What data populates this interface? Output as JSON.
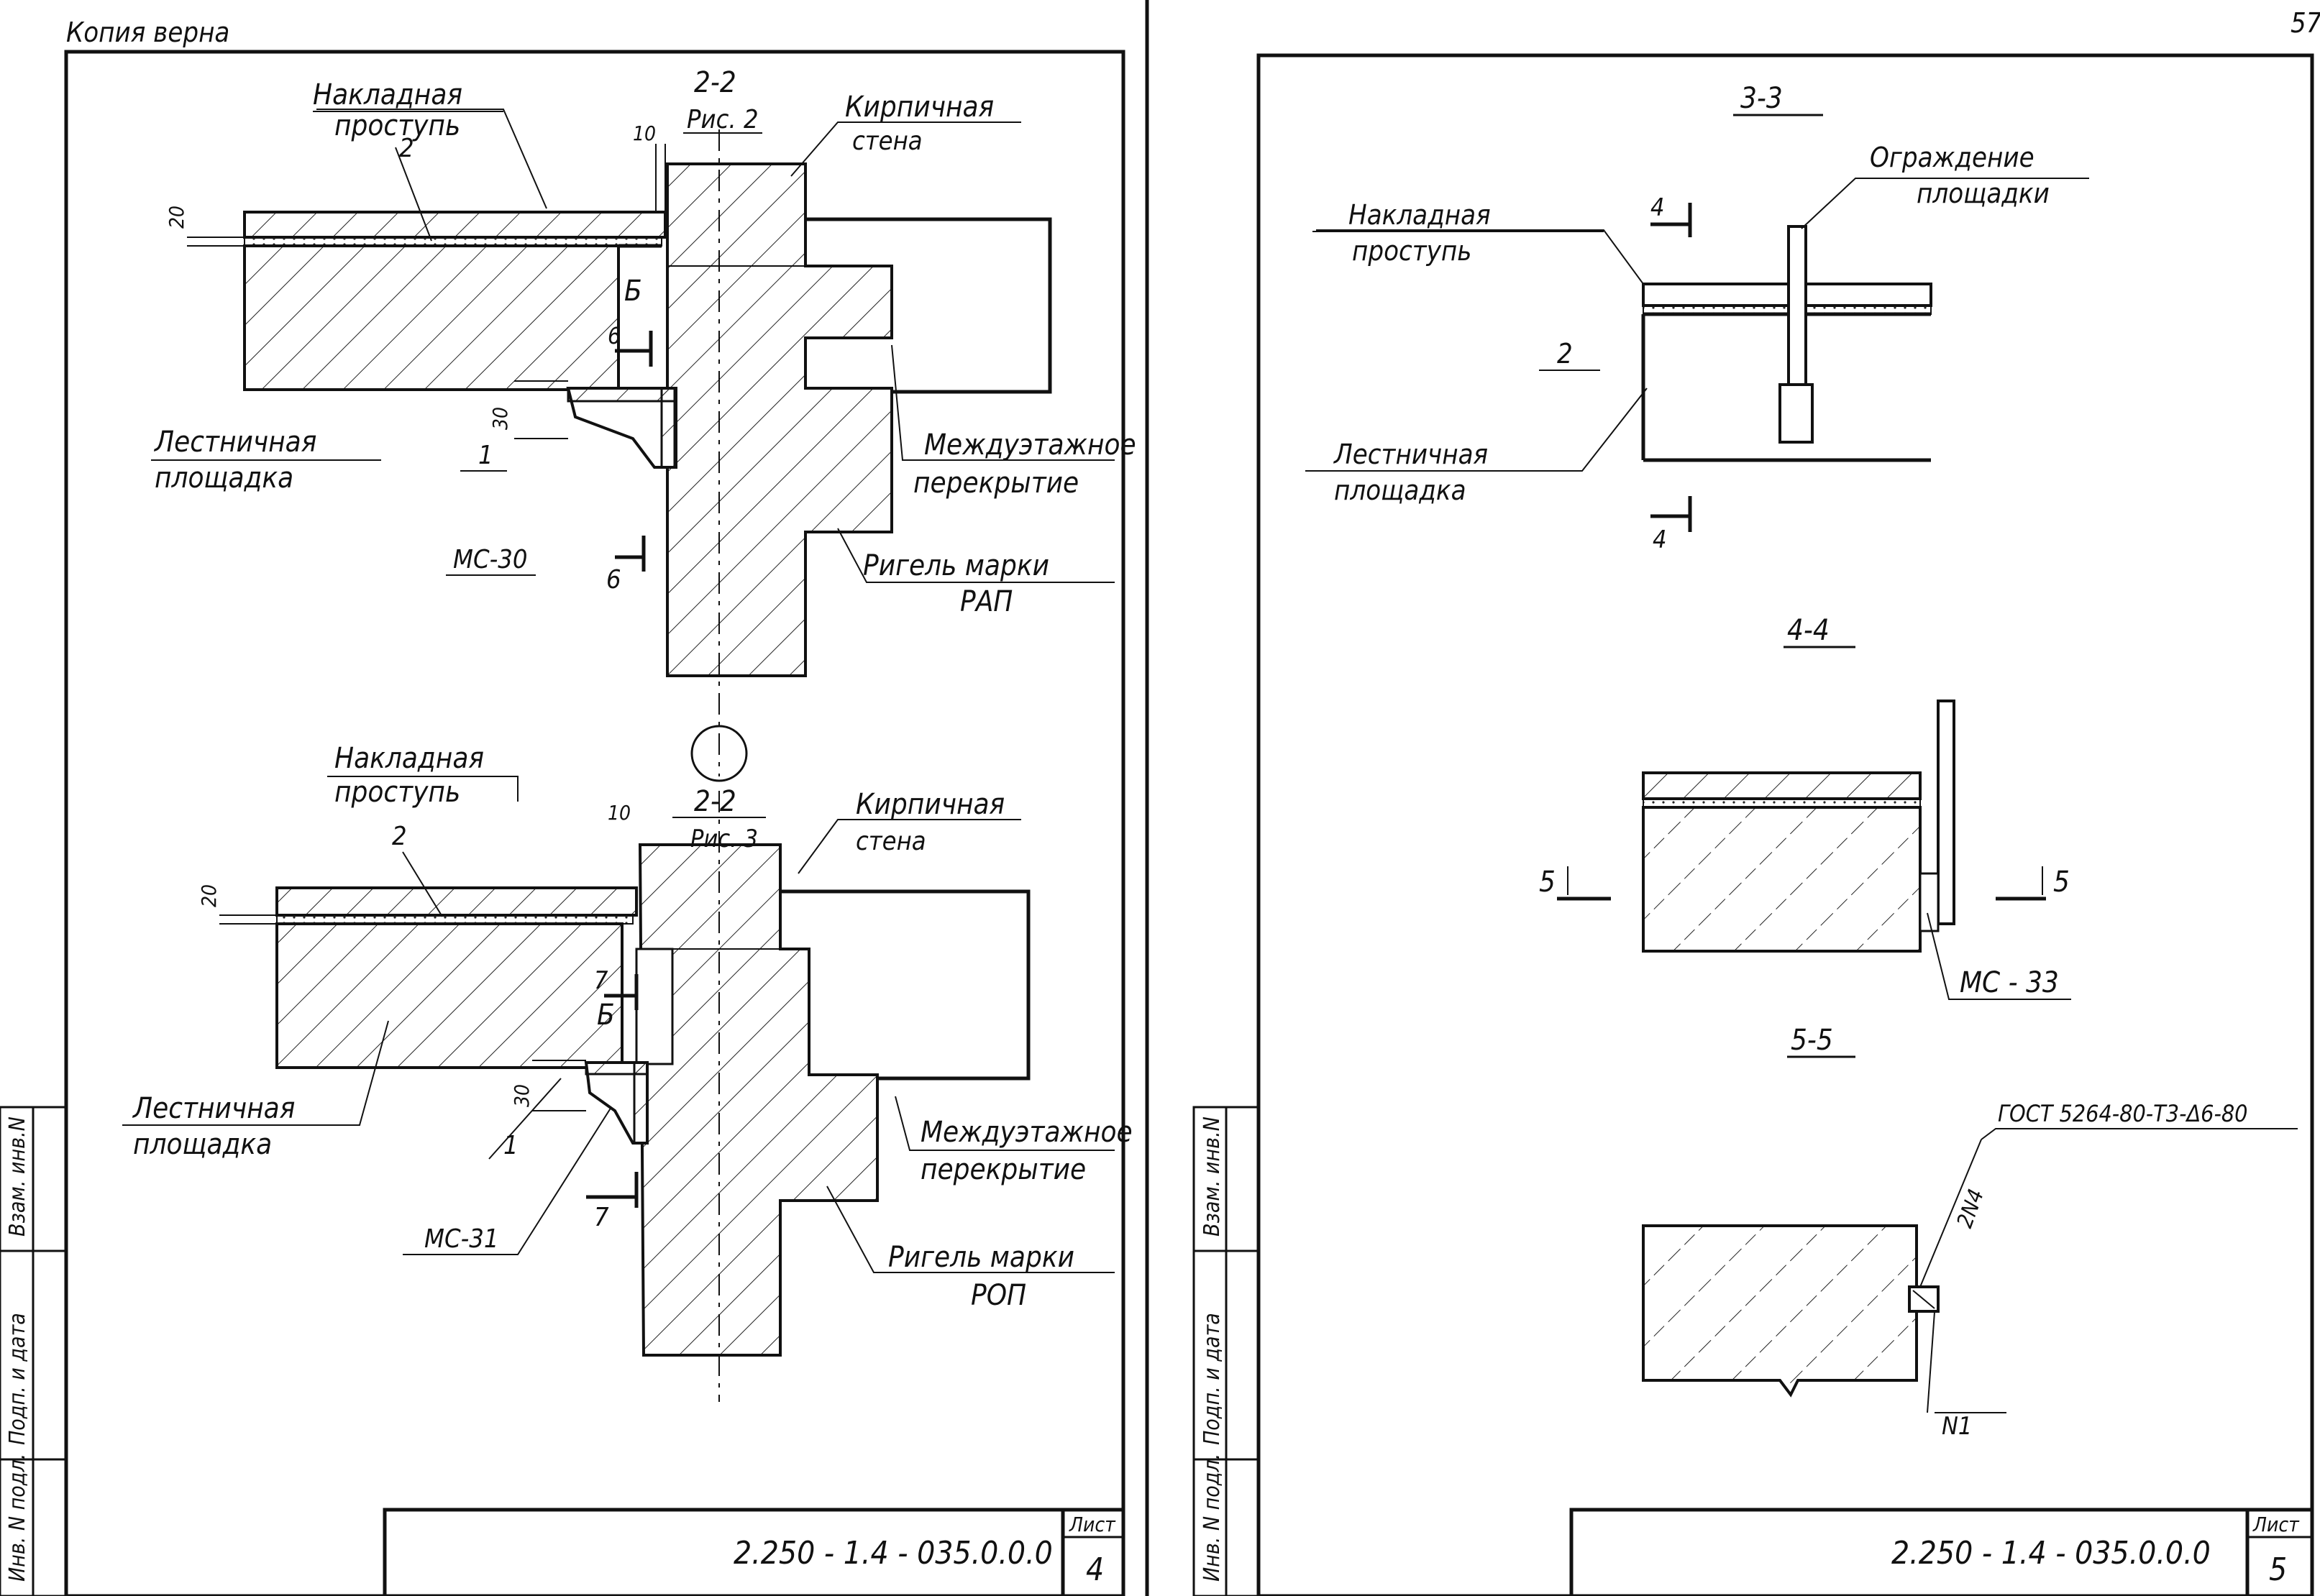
{
  "header": {
    "copy_note": "Копия верна",
    "page_number": "57"
  },
  "left_sheet": {
    "fig2": {
      "section_label": "2-2",
      "section_sub": "Рис. 2",
      "tread_label_1": "Накладная",
      "tread_label_2": "проступь",
      "tread_pos": "2",
      "wall_label_1": "Кирпичная",
      "wall_label_2": "стена",
      "landing_label_1": "Лестничная",
      "landing_label_2": "площадка",
      "landing_pos": "1",
      "floor_label_1": "Междуэтажное",
      "floor_label_2": "перекрытие",
      "beam_label_1": "Ригель марки",
      "beam_label_2": "РАП",
      "part_label": "МС-30",
      "cut_mark": "6",
      "weld_mark": "Б",
      "dim_10": "10",
      "dim_20": "20",
      "dim_30": "30"
    },
    "fig3": {
      "section_label": "2-2",
      "section_sub": "Рис. 3",
      "tread_label_1": "Накладная",
      "tread_label_2": "проступь",
      "tread_pos": "2",
      "wall_label_1": "Кирпичная",
      "wall_label_2": "стена",
      "landing_label_1": "Лестничная",
      "landing_label_2": "площадка",
      "landing_pos": "1",
      "floor_label_1": "Междуэтажное",
      "floor_label_2": "перекрытие",
      "beam_label_1": "Ригель марки",
      "beam_label_2": "РОП",
      "part_label": "МС-31",
      "cut_mark": "7",
      "weld_mark": "Б",
      "dim_10": "10",
      "dim_20": "20",
      "dim_30": "30"
    },
    "stamp_side_1": "Инв. N подл.",
    "stamp_side_2": "Подп. и дата",
    "stamp_side_3": "Взам. инв.N",
    "title_code": "2.250 - 1.4 - 035.0.0.0",
    "sheet_label": "Лист",
    "sheet_no": "4"
  },
  "right_sheet": {
    "sec33": {
      "title": "3-3",
      "tread_label_1": "Накладная",
      "tread_label_2": "проступь",
      "rail_label_1": "Ограждение",
      "rail_label_2": "площадки",
      "pos_2": "2",
      "landing_label_1": "Лестничная",
      "landing_label_2": "площадка",
      "cut_mark": "4"
    },
    "sec44": {
      "title": "4-4",
      "cut_mark": "5",
      "part_label": "МС - 33"
    },
    "sec55": {
      "title": "5-5",
      "gost_label": "ГОСТ 5264-80-Т3-Δ6-80",
      "weld_label": "2N4",
      "n_label": "N1"
    },
    "stamp_side_1": "Инв. N подл.",
    "stamp_side_2": "Подп. и дата",
    "stamp_side_3": "Взам. инв.N",
    "title_code": "2.250 - 1.4 - 035.0.0.0",
    "sheet_label": "Лист",
    "sheet_no": "5"
  }
}
